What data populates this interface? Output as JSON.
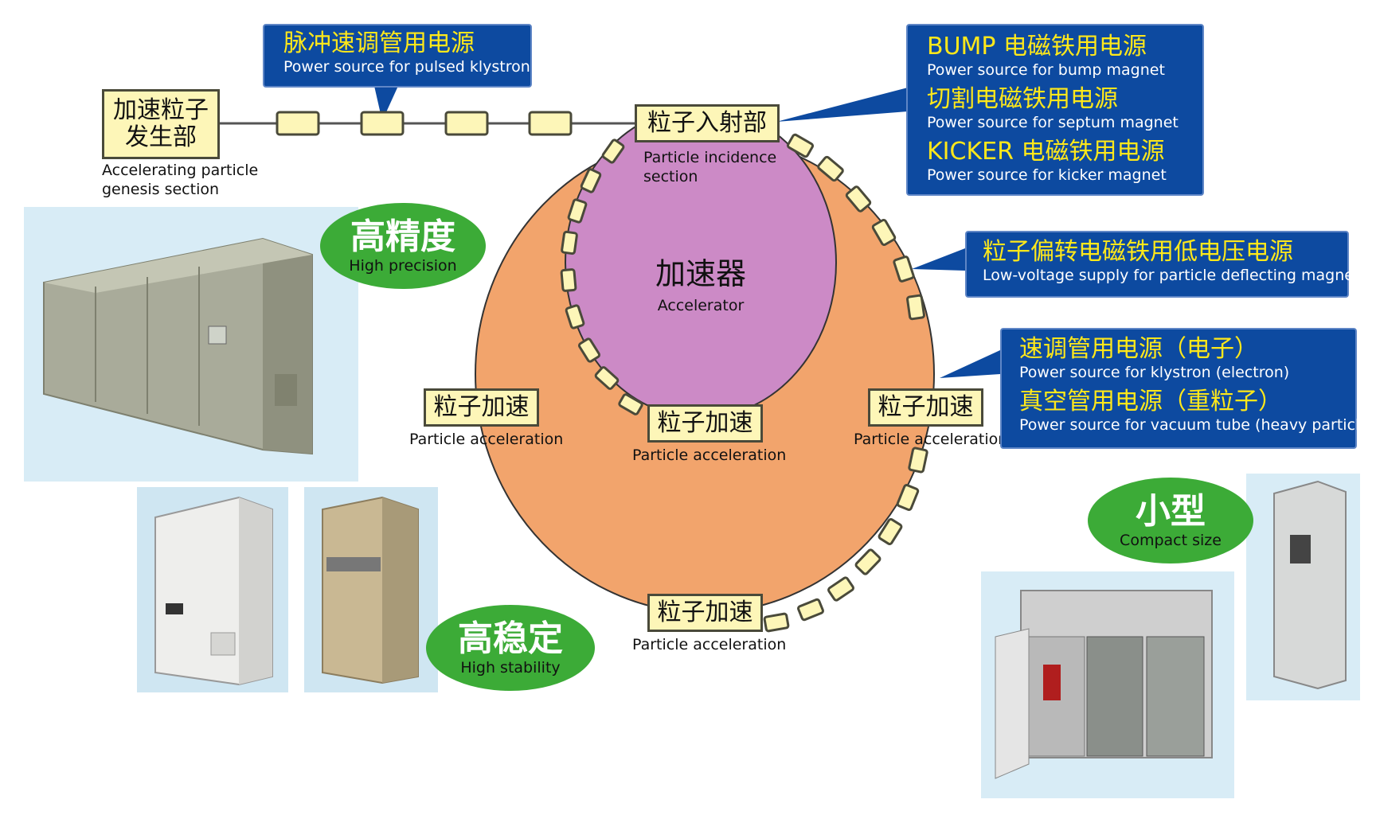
{
  "genesis": {
    "zh": "加速粒子\n发生部",
    "en": "Accelerating particle\ngenesis section"
  },
  "klystron_callout": {
    "zh": "脉冲速调管用电源",
    "en": "Power source for pulsed klystron"
  },
  "incidence": {
    "zh": "粒子入射部",
    "en": "Particle incidence\nsection"
  },
  "accelerator": {
    "zh": "加速器",
    "en": "Accelerator"
  },
  "accel_left": {
    "zh": "粒子加速",
    "en": "Particle acceleration"
  },
  "accel_center": {
    "zh": "粒子加速",
    "en": "Particle acceleration"
  },
  "accel_right": {
    "zh": "粒子加速",
    "en": "Particle acceleration"
  },
  "accel_bottom": {
    "zh": "粒子加速",
    "en": "Particle acceleration"
  },
  "magnet_callout": {
    "items": [
      {
        "zh": "BUMP 电磁铁用电源",
        "en": "Power source for bump magnet"
      },
      {
        "zh": "切割电磁铁用电源",
        "en": "Power source for septum magnet"
      },
      {
        "zh": "KICKER 电磁铁用电源",
        "en": "Power source for kicker magnet"
      }
    ]
  },
  "deflect_callout": {
    "zh": "粒子偏转电磁铁用低电压电源",
    "en": "Low-voltage supply for particle deflecting magnet"
  },
  "tube_callout": {
    "items": [
      {
        "zh": "速调管用电源（电子）",
        "en": "Power source for klystron (electron)"
      },
      {
        "zh": "真空管用电源（重粒子）",
        "en": "Power source for vacuum tube (heavy particle)"
      }
    ]
  },
  "badges": {
    "precision": {
      "zh": "高精度",
      "en": "High precision"
    },
    "stability": {
      "zh": "高稳定",
      "en": "High stability"
    },
    "compact": {
      "zh": "小型",
      "en": "Compact size"
    }
  },
  "colors": {
    "outer_ring": "#f2a46c",
    "inner_ring": "#cc8ac6",
    "callout_blue": "#0d4aa0",
    "callout_text": "#ffe81a",
    "badge_green": "#3cab37",
    "segment": "#fdf6b8"
  }
}
